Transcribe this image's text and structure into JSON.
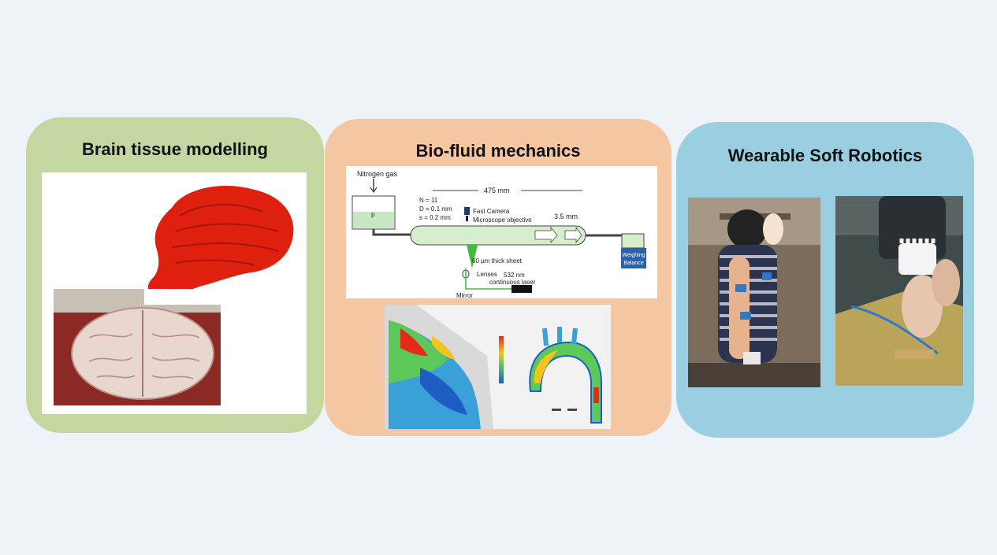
{
  "panels": {
    "brain": {
      "title": "Brain tissue modelling",
      "color": "#c5d7a0"
    },
    "fluid": {
      "title": "Bio-fluid mechanics",
      "color": "#f5c6a2"
    },
    "robotics": {
      "title": "Wearable Soft Robotics",
      "color": "#99cfe0"
    }
  },
  "schematic": {
    "nitrogen": "Nitrogen gas",
    "p_label": "p",
    "length": "475 mm",
    "params": [
      "N = 11",
      "D = 0.1 mm",
      "s = 0.2 mm"
    ],
    "fast_camera": "Fast Camera",
    "microscope": "Microscope objective",
    "width": "3.5 mm",
    "sheet": "60 µm thick sheet",
    "lenses": "Lenses",
    "laser_nm": "532 nm",
    "laser": "continuous laser",
    "mirror": "Mirror",
    "balance_1": "Weighing",
    "balance_2": "Balance"
  }
}
